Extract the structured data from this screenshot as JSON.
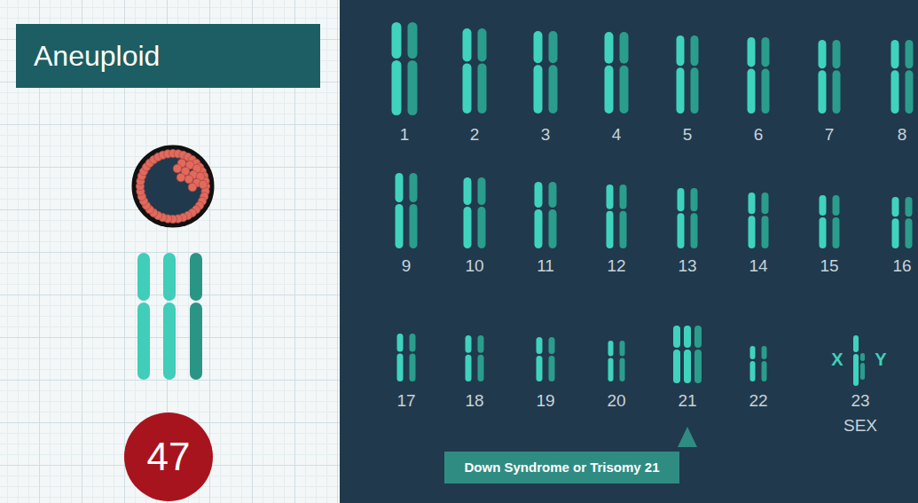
{
  "diagram": {
    "title": "Aneuploid",
    "nodes": [
      {
        "text": [
          "47"
        ]
      },
      {
        "text": [
          "Down Syndrome or Trisomy 21"
        ]
      }
    ],
    "labels": [
      "1",
      "2",
      "3",
      "4",
      "5",
      "6",
      "7",
      "8",
      "9",
      "10",
      "11",
      "12",
      "13",
      "14",
      "15",
      "16",
      "17",
      "18",
      "19",
      "20",
      "21",
      "22",
      "X",
      "Y",
      "23",
      "SEX"
    ]
  }
}
